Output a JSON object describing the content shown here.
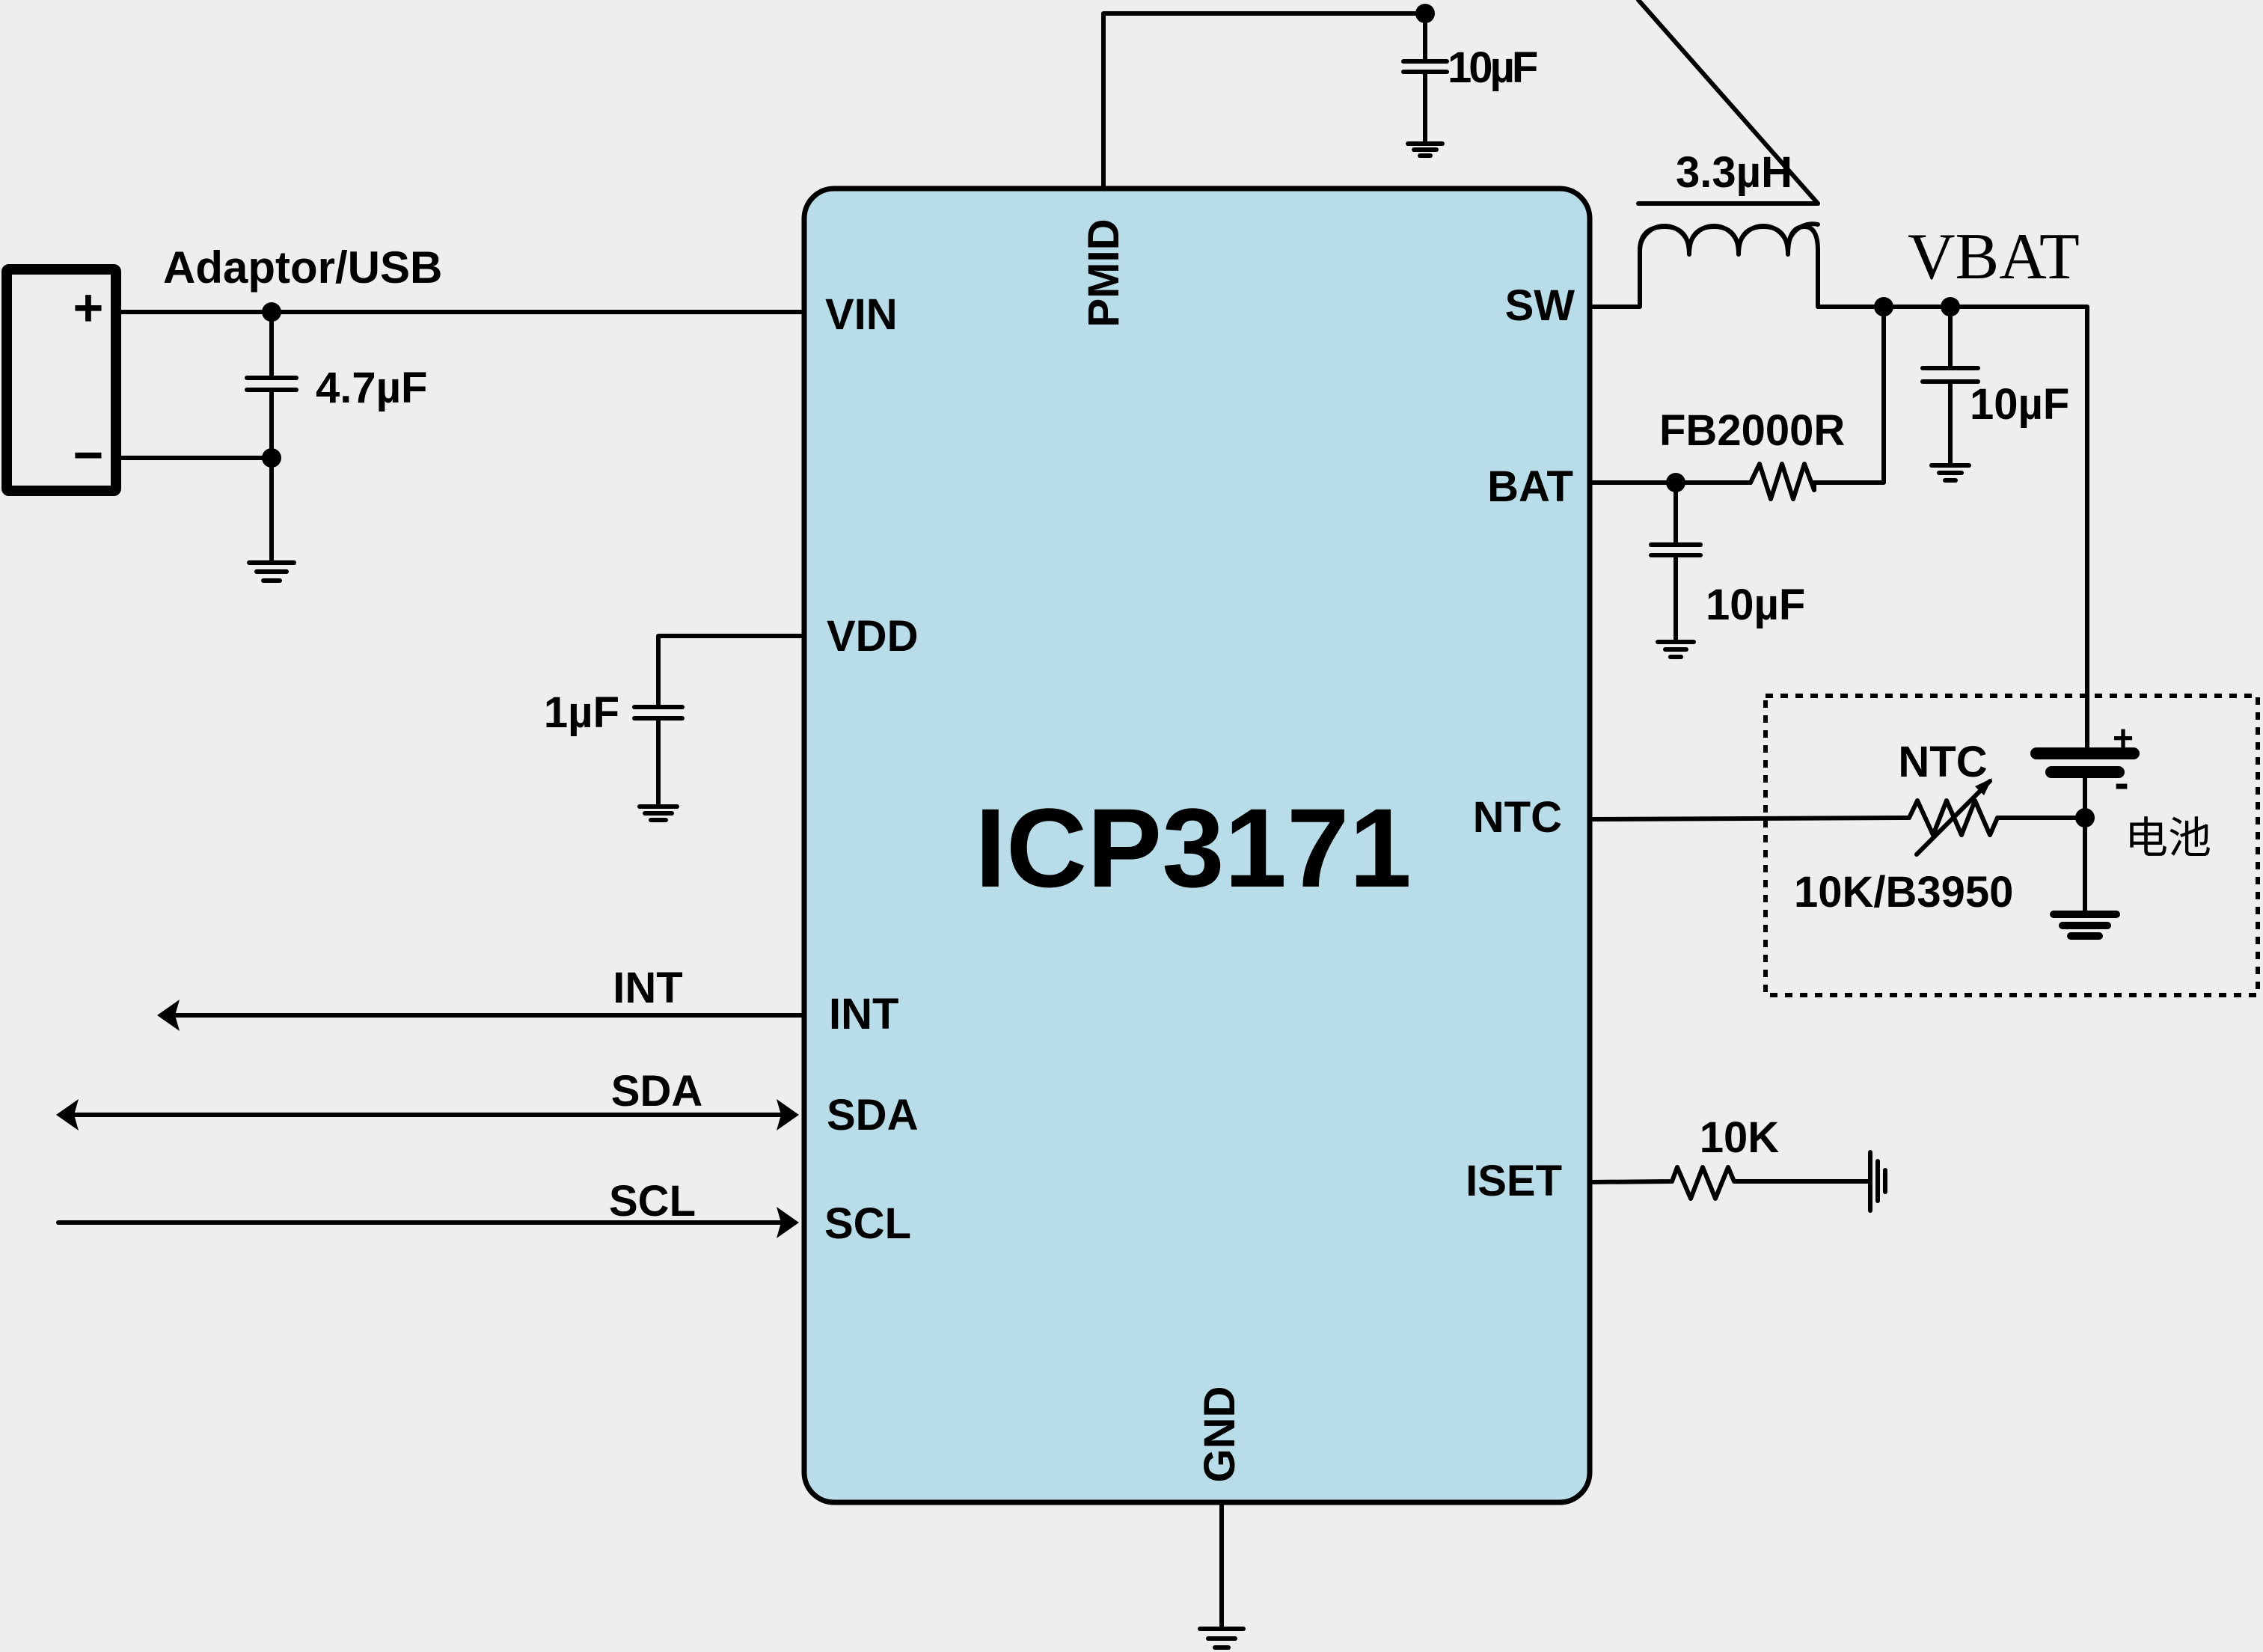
{
  "diagram": {
    "chip": {
      "name": "ICP3171",
      "fill_color": "#b8dde8"
    },
    "pins": {
      "vin": "VIN",
      "pmid": "PMID",
      "sw": "SW",
      "bat": "BAT",
      "vdd": "VDD",
      "ntc": "NTC",
      "int": "INT",
      "sda": "SDA",
      "scl": "SCL",
      "iset": "ISET",
      "gnd": "GND"
    },
    "source": {
      "label": "Adaptor/USB",
      "plus": "+",
      "minus": "−"
    },
    "components": {
      "c_vin": "4.7µF",
      "c_pmid": "10µF",
      "inductor": "3.3µH",
      "vbat_net": "VBAT",
      "c_vbat": "10µF",
      "ferrite": "FB2000R",
      "c_bat": "10µF",
      "c_vdd": "1µF",
      "r_iset": "10K",
      "thermistor_label": "NTC",
      "thermistor_value": "10K/B3950",
      "battery_label": "电池",
      "battery_plus": "+",
      "battery_minus": "-"
    },
    "signals": {
      "int": "INT",
      "sda": "SDA",
      "scl": "SCL"
    }
  }
}
